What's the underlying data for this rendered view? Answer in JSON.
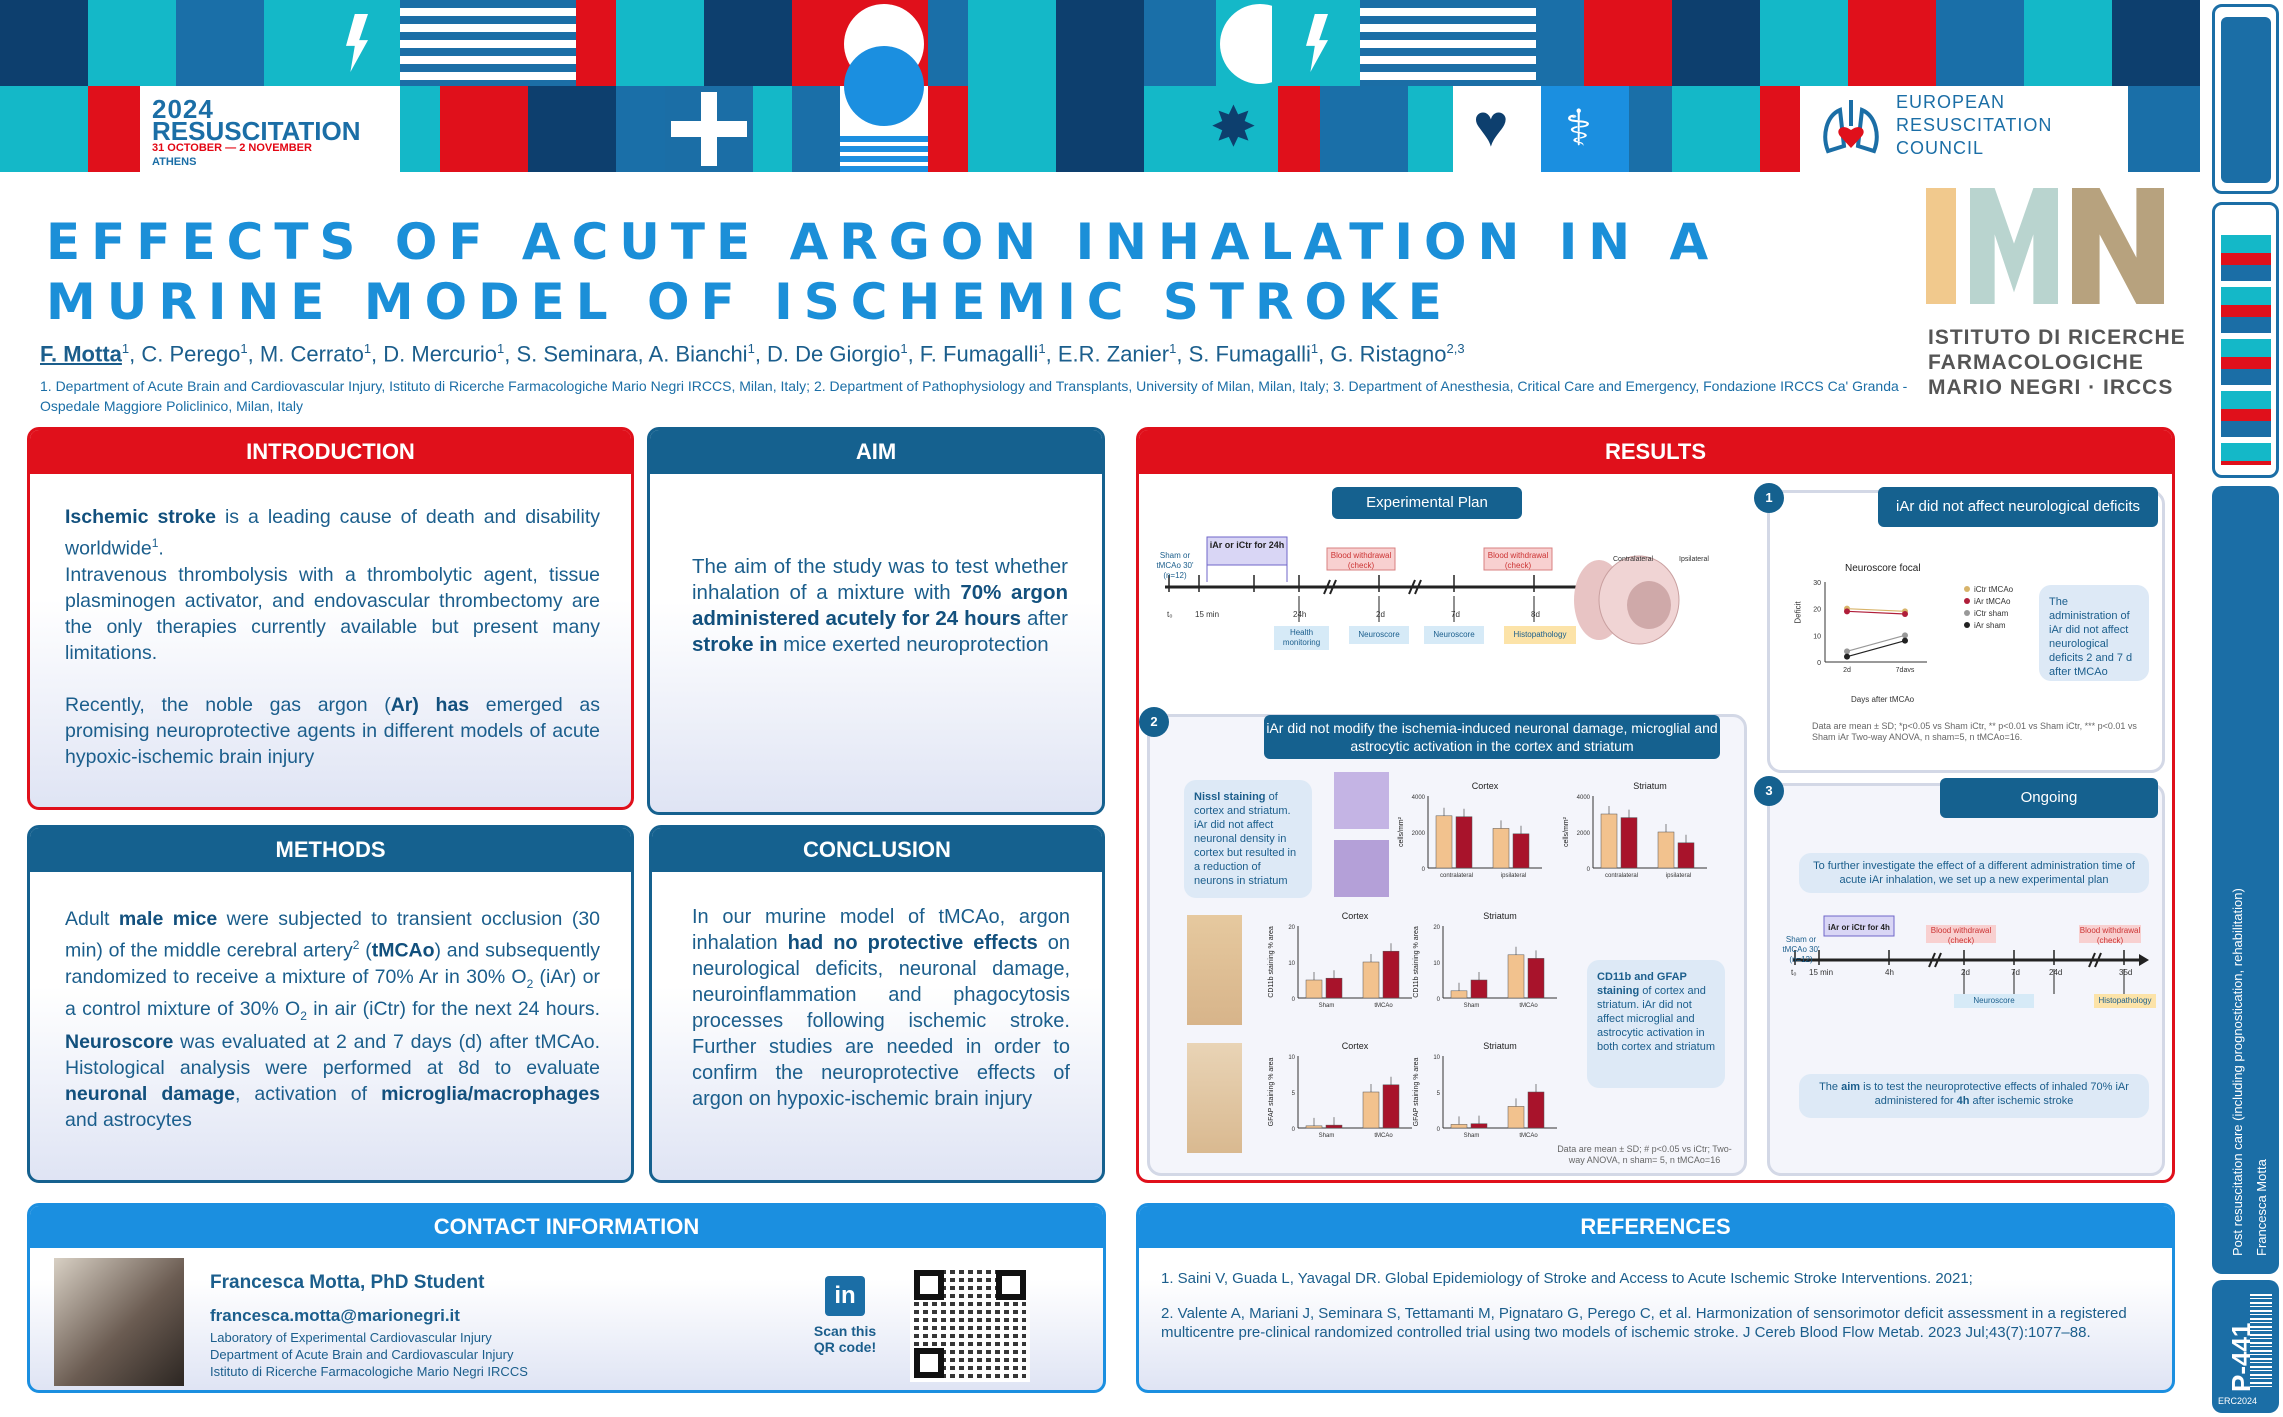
{
  "banner": {
    "event_title": "2024",
    "event_name": "RESUSCITATION",
    "event_dates": "31 OCTOBER — 2 NOVEMBER",
    "event_city": "ATHENS",
    "council_line1": "EUROPEAN",
    "council_line2": "RESUSCITATION",
    "council_line3": "COUNCIL",
    "colors": {
      "teal": "#14b8c8",
      "red": "#e0101b",
      "blue": "#1a6fa8",
      "navy": "#0d3f6e"
    }
  },
  "title": "EFFECTS OF ACUTE ARGON INHALATION IN A MURINE MODEL OF ISCHEMIC STROKE",
  "authors": {
    "first": "F. Motta",
    "list": [
      {
        "name": "F. Motta",
        "sup": "1"
      },
      {
        "name": "C. Perego",
        "sup": "1"
      },
      {
        "name": "M. Cerrato",
        "sup": "1"
      },
      {
        "name": "D. Mercurio",
        "sup": "1"
      },
      {
        "name": "S. Seminara",
        "sup": ""
      },
      {
        "name": "A. Bianchi",
        "sup": "1"
      },
      {
        "name": "D. De Giorgio",
        "sup": "1"
      },
      {
        "name": "F. Fumagalli",
        "sup": "1"
      },
      {
        "name": "E.R. Zanier",
        "sup": "1"
      },
      {
        "name": "S. Fumagalli",
        "sup": "1"
      },
      {
        "name": "G. Ristagno",
        "sup": "2,3"
      }
    ],
    "affiliations": "1. Department of Acute Brain and Cardiovascular Injury, Istituto di Ricerche Farmacologiche Mario Negri IRCCS, Milan, Italy; 2. Department of Pathophysiology and Transplants, University of Milan, Milan, Italy; 3. Department of Anesthesia, Critical Care and Emergency, Fondazione IRCCS Ca' Granda - Ospedale Maggiore Policlinico, Milan, Italy"
  },
  "institute": {
    "line1": "ISTITUTO DI RICERCHE",
    "line2": "FARMACOLOGICHE",
    "line3": "MARIO NEGRI · IRCCS",
    "colors": {
      "beige": "#f1c98d",
      "mint": "#b9d4cf",
      "tan": "#b7a27e"
    }
  },
  "introduction": {
    "heading": "INTRODUCTION",
    "p1_bold": "Ischemic stroke",
    "p1_rest": " is a leading cause of death and disability worldwide",
    "p1_sup": "1",
    "p1_end": ".",
    "p2": "Intravenous thrombolysis with a thrombolytic agent, tissue plasminogen activator, and endovascular thrombectomy are the only therapies currently available but present many limitations.",
    "p3_a": "Recently, the noble gas argon (",
    "p3_b": "Ar) has",
    "p3_c": " emerged as promising neuroprotective agents in different models of acute hypoxic-ischemic brain injury"
  },
  "aim": {
    "heading": "AIM",
    "a": "The aim of the study was to test whether inhalation of a mixture with ",
    "b": "70% argon administered acutely for 24 hours",
    "c": " after ",
    "d": "stroke in",
    "e": " mice exerted neuroprotection"
  },
  "methods": {
    "heading": "METHODS",
    "t1": "Adult ",
    "t2": "male mice",
    "t3": " were subjected to transient occlusion (30 min) of the middle cerebral artery",
    "t3_sup": "2",
    "t4": " (",
    "t5": "tMCAo",
    "t6": ") and subsequently randomized to receive a mixture of 70% Ar in 30% O",
    "t6_sub": "2",
    "t7": " (iAr) or a control mixture of 30% O",
    "t7_sub": "2",
    "t8": " in air (iCtr) for the next 24 hours. ",
    "t9": "Neuroscore",
    "t10": " was evaluated at 2 and 7 days (d) after tMCAo. Histological analysis were performed at 8d to evaluate ",
    "t11": "neuronal damage",
    "t12": ", activation of ",
    "t13": "microglia/macrophages",
    "t14": " and astrocytes"
  },
  "conclusion": {
    "heading": "CONCLUSION",
    "a": "In our murine model of tMCAo, argon inhalation ",
    "b": "had no protective effects",
    "c": " on neurological deficits, neuronal damage, neuroinflammation and phagocytosis processes following ischemic stroke. Further studies are needed in order to confirm the neuroprotective effects of argon on hypoxic-ischemic brain injury"
  },
  "results": {
    "heading": "RESULTS",
    "exp_plan": "Experimental Plan",
    "plan": {
      "group": "Sham or tMCAo 30' (n=12)",
      "treat": "iAr or iCtr for 24h",
      "blood1": "Blood withdrawal (check)",
      "blood2": "Blood withdrawal (check)",
      "t0": "t₀",
      "t15": "15 min",
      "t24": "24h",
      "d2": "2d",
      "d7": "7d",
      "d8": "8d",
      "health": "Health monitoring",
      "neuro1": "Neuroscore",
      "neuro2": "Neuroscore",
      "histo": "Histopathology",
      "contra": "Contralateral",
      "ipsi": "Ipsilateral"
    },
    "s1_num": "1",
    "s1_title": "iAr did not affect neurological deficits",
    "s1_chart_title": "Neuroscore focal",
    "s1_xlabel": "Days after tMCAo",
    "s1_ylabel": "Deficit",
    "s1_note": "The administration of iAr did not affect neurological deficits 2 and 7 d after tMCAo",
    "s1_caption": "Data are mean ± SD; *p<0.05 vs Sham iCtr, ** p<0.01 vs Sham iCtr, *** p<0.01 vs Sham iAr Two-way ANOVA, n sham=5, n tMCAo=16.",
    "s2_num": "2",
    "s2_title": "iAr did not modify the ischemia-induced neuronal damage, microglial and astrocytic activation in the cortex and striatum",
    "s2_note1_bold": "Nissl staining",
    "s2_note1": " of cortex and striatum. iAr did not affect neuronal density in cortex but resulted in a reduction of neurons in striatum",
    "s2_note2_bold": "CD11b and GFAP staining",
    "s2_note2": " of cortex and striatum. iAr did not affect microglial and astrocytic activation in both cortex and striatum",
    "s2_caption": "Data are mean ± SD; # p<0.05 vs iCtr; Two-way ANOVA, n sham= 5, n tMCAo=16",
    "s3_num": "3",
    "s3_title": "Ongoing",
    "s3_text1": "To further investigate the effect of a different administration time of acute iAr inhalation, we set up a new experimental plan",
    "s3_text2_a": "The ",
    "s3_text2_b": "aim",
    "s3_text2_c": " is to test the neuroprotective effects of inhaled 70% iAr administered for ",
    "s3_text2_d": "4h",
    "s3_text2_e": " after ischemic stroke",
    "plan2": {
      "group": "Sham or tMCAo 30' (n=12)",
      "treat": "iAr or iCtr for 4h",
      "blood1": "Blood withdrawal (check)",
      "blood2": "Blood withdrawal (check)",
      "t0": "t₀",
      "t15": "15 min",
      "t4h": "4h",
      "d2": "2d",
      "d7": "7d",
      "d24": "24d",
      "d35": "35d",
      "neuro": "Neuroscore",
      "histo": "Histopathology"
    }
  },
  "chart_data": [
    {
      "type": "line",
      "title": "Neuroscore focal",
      "xlabel": "Days after tMCAo",
      "ylabel": "Deficit",
      "categories": [
        "2d",
        "7days"
      ],
      "ylim": [
        0,
        30
      ],
      "series": [
        {
          "name": "iCtr tMCAo",
          "values": [
            20,
            19
          ]
        },
        {
          "name": "iAr tMCAo",
          "values": [
            19,
            18
          ]
        },
        {
          "name": "iCtr sham",
          "values": [
            4,
            10
          ]
        },
        {
          "name": "iAr sham",
          "values": [
            2,
            8
          ]
        }
      ]
    },
    {
      "type": "bar",
      "title": "Cortex",
      "ylabel": "cells/mm²",
      "categories": [
        "contralateral",
        "ipsilateral"
      ],
      "ylim": [
        0,
        4000
      ],
      "series": [
        {
          "name": "iCtr",
          "values": [
            2900,
            2200
          ]
        },
        {
          "name": "iAr",
          "values": [
            2850,
            1900
          ]
        }
      ]
    },
    {
      "type": "bar",
      "title": "Striatum",
      "ylabel": "cells/mm²",
      "categories": [
        "contralateral",
        "ipsilateral"
      ],
      "ylim": [
        0,
        4000
      ],
      "series": [
        {
          "name": "iCtr",
          "values": [
            3000,
            2000
          ]
        },
        {
          "name": "iAr",
          "values": [
            2800,
            1400
          ]
        }
      ]
    },
    {
      "type": "bar",
      "title": "Cortex",
      "ylabel": "CD11b staining % area",
      "categories": [
        "Sham",
        "tMCAo"
      ],
      "ylim": [
        0,
        20
      ],
      "series": [
        {
          "name": "iCtr",
          "values": [
            5,
            10
          ]
        },
        {
          "name": "iAr",
          "values": [
            5.5,
            13
          ]
        }
      ]
    },
    {
      "type": "bar",
      "title": "Striatum",
      "ylabel": "CD11b staining % area",
      "categories": [
        "Sham",
        "tMCAo"
      ],
      "ylim": [
        0,
        20
      ],
      "series": [
        {
          "name": "iCtr",
          "values": [
            2,
            12
          ]
        },
        {
          "name": "iAr",
          "values": [
            5,
            11
          ]
        }
      ]
    },
    {
      "type": "bar",
      "title": "Cortex",
      "ylabel": "GFAP staining % area",
      "categories": [
        "Sham",
        "tMCAo"
      ],
      "ylim": [
        0,
        10
      ],
      "series": [
        {
          "name": "iCtr",
          "values": [
            0.3,
            5
          ]
        },
        {
          "name": "iAr",
          "values": [
            0.4,
            6
          ]
        }
      ]
    },
    {
      "type": "bar",
      "title": "Striatum",
      "ylabel": "GFAP staining % area",
      "categories": [
        "Sham",
        "tMCAo"
      ],
      "ylim": [
        0,
        10
      ],
      "series": [
        {
          "name": "iCtr",
          "values": [
            0.5,
            3
          ]
        },
        {
          "name": "iAr",
          "values": [
            0.6,
            5
          ]
        }
      ]
    }
  ],
  "contact": {
    "heading": "CONTACT INFORMATION",
    "name": "Francesca Motta, PhD Student",
    "email": "francesca.motta@marionegri.it",
    "lab": "Laboratory of Experimental Cardiovascular Injury",
    "dept": "Department of Acute Brain and Cardiovascular Injury",
    "inst": "Istituto di Ricerche Farmacologiche Mario Negri IRCCS",
    "scan": "Scan this QR code!"
  },
  "references": {
    "heading": "REFERENCES",
    "items": [
      "1.   Saini V, Guada L, Yavagal DR. Global Epidemiology of Stroke and Access to Acute Ischemic Stroke Interventions. 2021;",
      "2.   Valente A, Mariani J, Seminara S, Tettamanti M, Pignataro G, Perego C, et al. Harmonization of sensorimotor deficit assessment in a registered multicentre pre-clinical randomized controlled trial using two models of ischemic stroke. J Cereb Blood Flow Metab. 2023 Jul;43(7):1077–88."
    ]
  },
  "strip": {
    "topic": "Post resuscitation care (including prognostication, rehabilitation)",
    "presenter": "Francesca Motta",
    "poster_id": "P-441",
    "event_code": "ERC2024"
  }
}
